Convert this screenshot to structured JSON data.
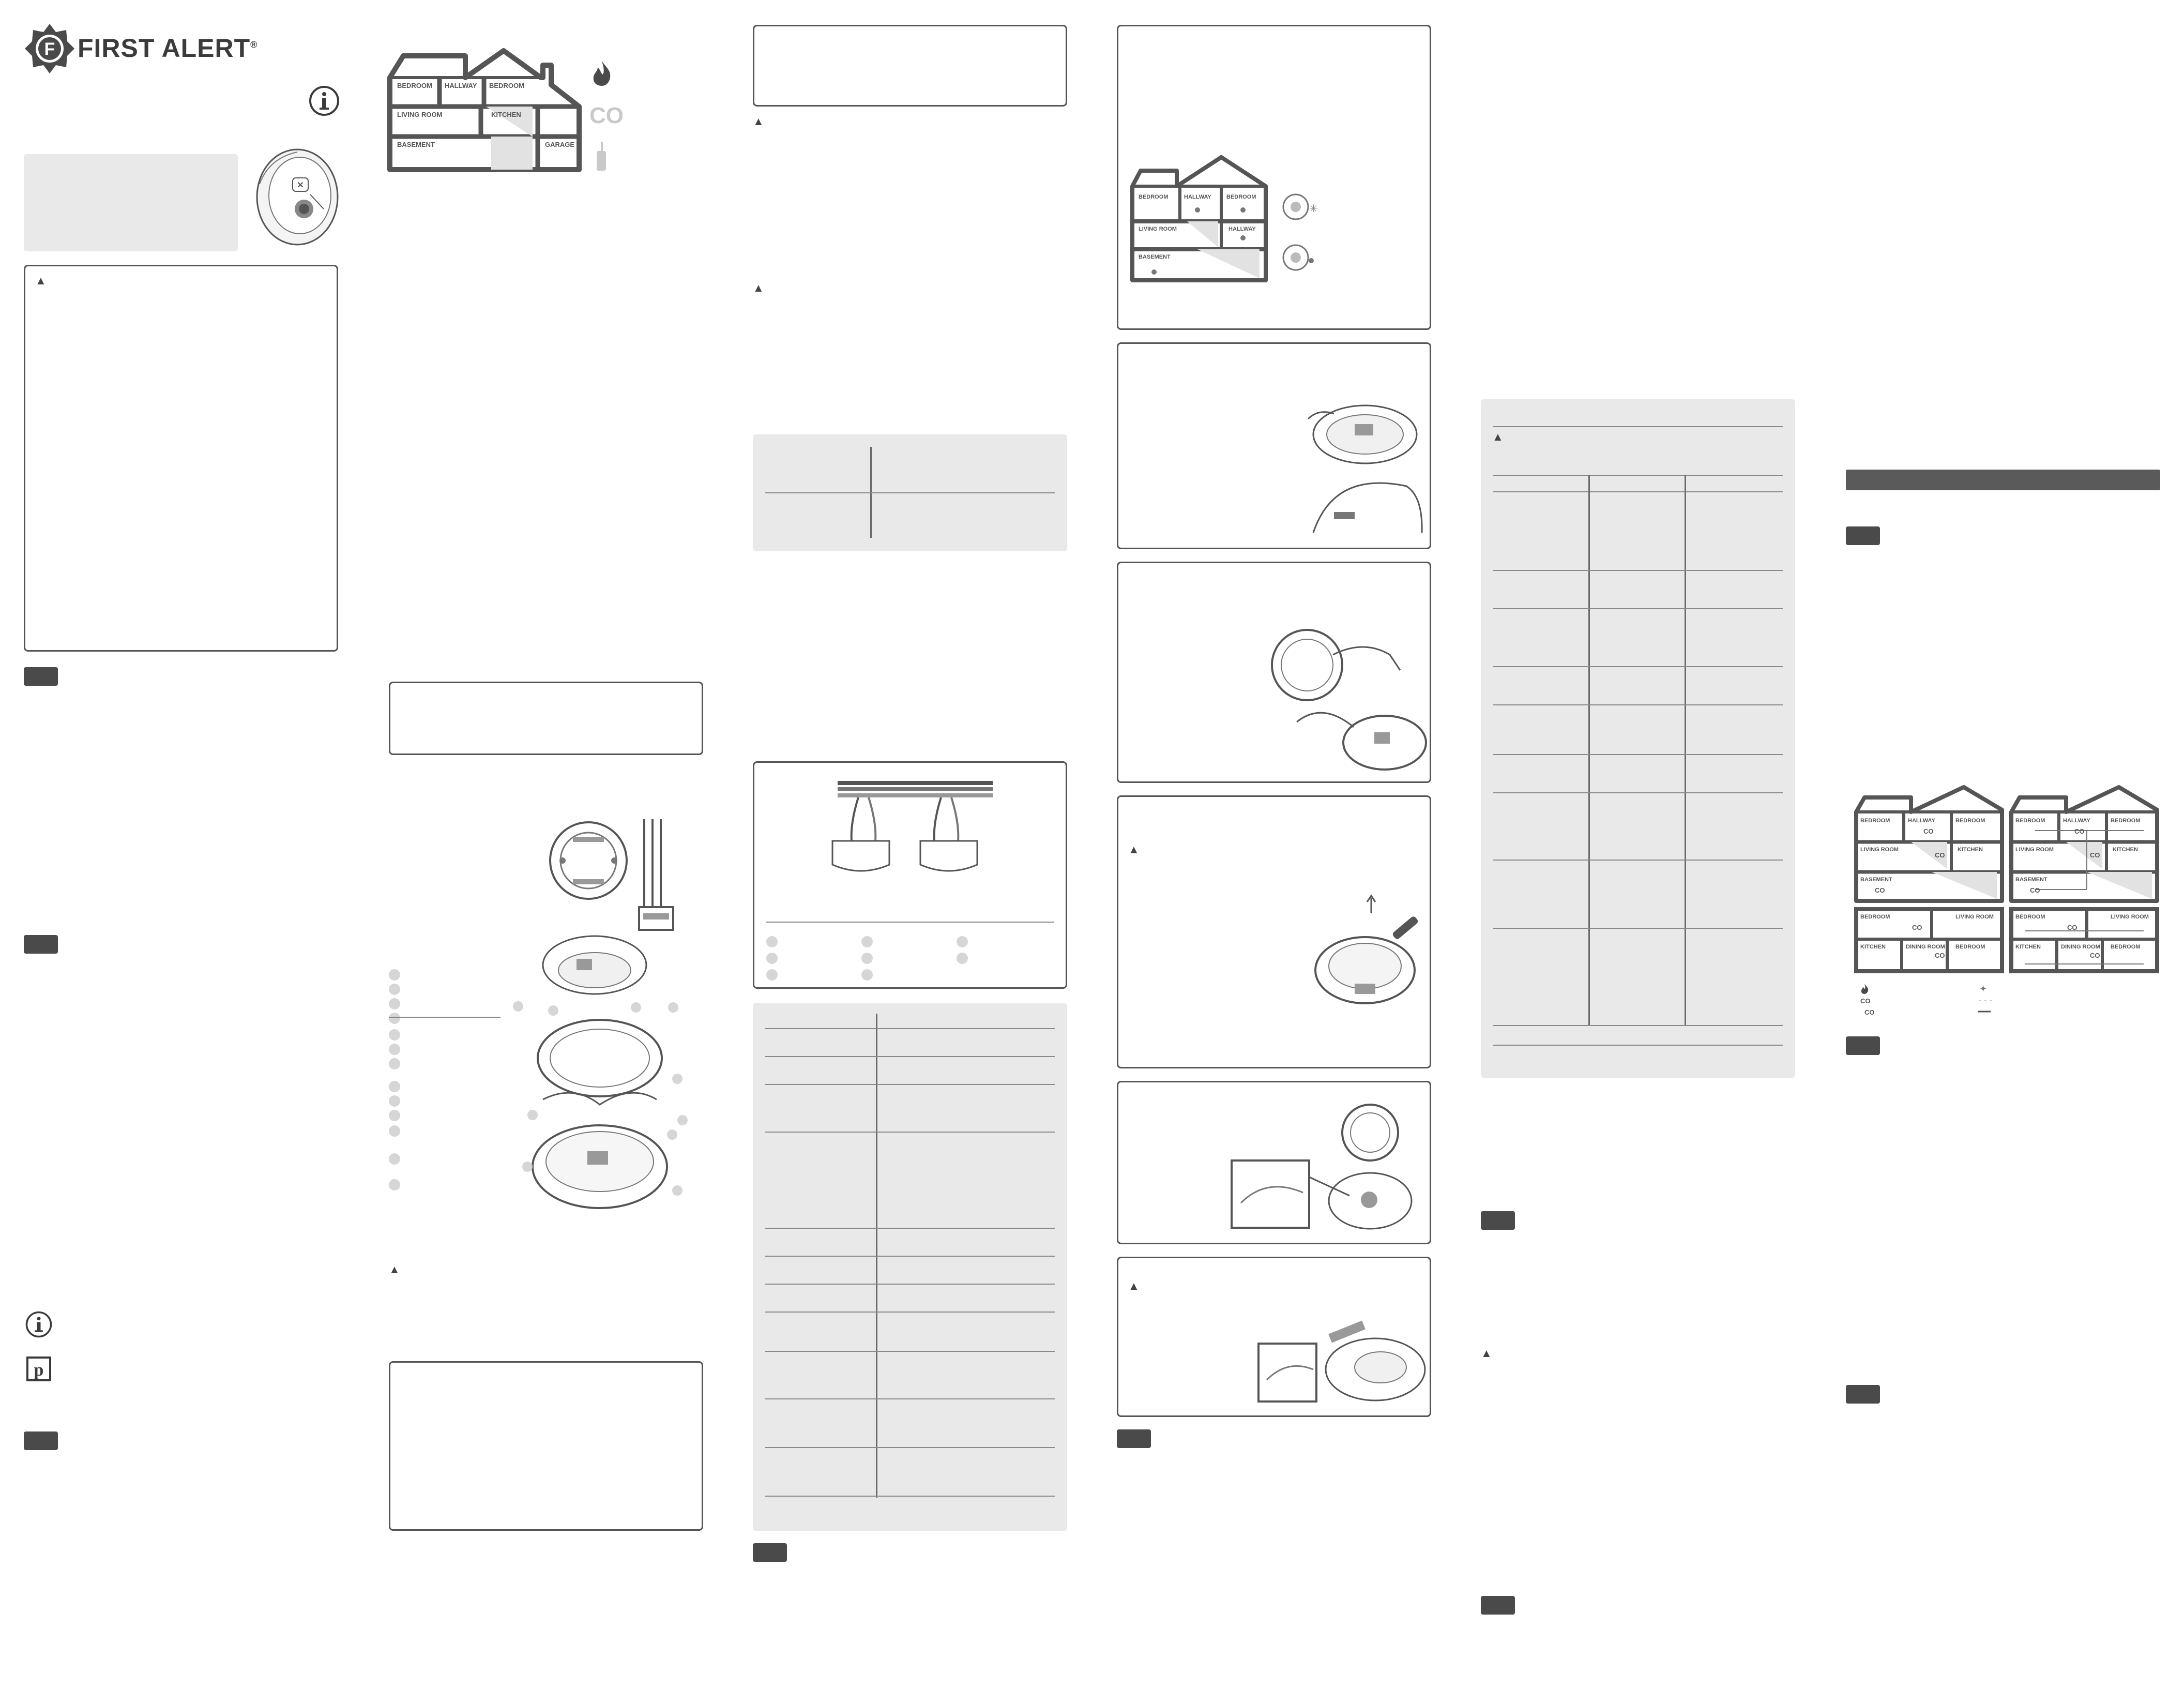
{
  "brand": {
    "name": "FIRST ALERT",
    "logo_letter": "F",
    "trademark": "®"
  },
  "house_diagram_top": {
    "rooms": [
      "BEDROOM",
      "HALLWAY",
      "BEDROOM",
      "LIVING ROOM",
      "KITCHEN",
      "BASEMENT",
      "GARAGE"
    ],
    "legend_co": "CO"
  },
  "house_diagram_status": {
    "rooms": [
      "BEDROOM",
      "HALLWAY",
      "BEDROOM",
      "LIVING ROOM",
      "HALLWAY",
      "BASEMENT"
    ]
  },
  "house_diagrams_interconnect": {
    "left_upper_rooms": [
      "BEDROOM",
      "HALLWAY",
      "BEDROOM",
      "LIVING ROOM",
      "KITCHEN",
      "BASEMENT"
    ],
    "left_lower_rooms": [
      "BEDROOM",
      "LIVING ROOM",
      "KITCHEN",
      "DINING ROOM",
      "BEDROOM"
    ],
    "right_upper_rooms": [
      "BEDROOM",
      "HALLWAY",
      "BEDROOM",
      "LIVING ROOM",
      "KITCHEN",
      "BASEMENT"
    ],
    "right_lower_rooms": [
      "BEDROOM",
      "LIVING ROOM",
      "KITCHEN",
      "DINING ROOM",
      "BEDROOM"
    ],
    "co_label": "CO"
  },
  "colors": {
    "line": "#555555",
    "panel": "#e9e9e9",
    "tag": "#4a4a4a",
    "light_gray": "#c9c9c9"
  },
  "icons": [
    "info-icon",
    "p-icon",
    "warning-icon",
    "flame-icon",
    "co-icon",
    "wire-icon",
    "screwdriver-icon"
  ]
}
